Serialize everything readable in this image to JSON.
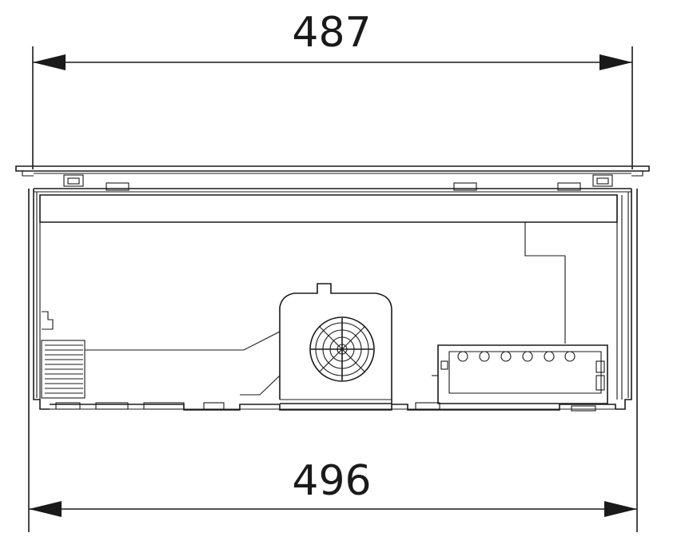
{
  "dimensions": {
    "top": {
      "value": "487",
      "unit": ""
    },
    "bottom": {
      "value": "496",
      "unit": ""
    }
  },
  "colors": {
    "line": "#1a1a1a",
    "background": "#ffffff"
  },
  "drawing_type": "technical side elevation of flush-mount floor box with dimension lines"
}
